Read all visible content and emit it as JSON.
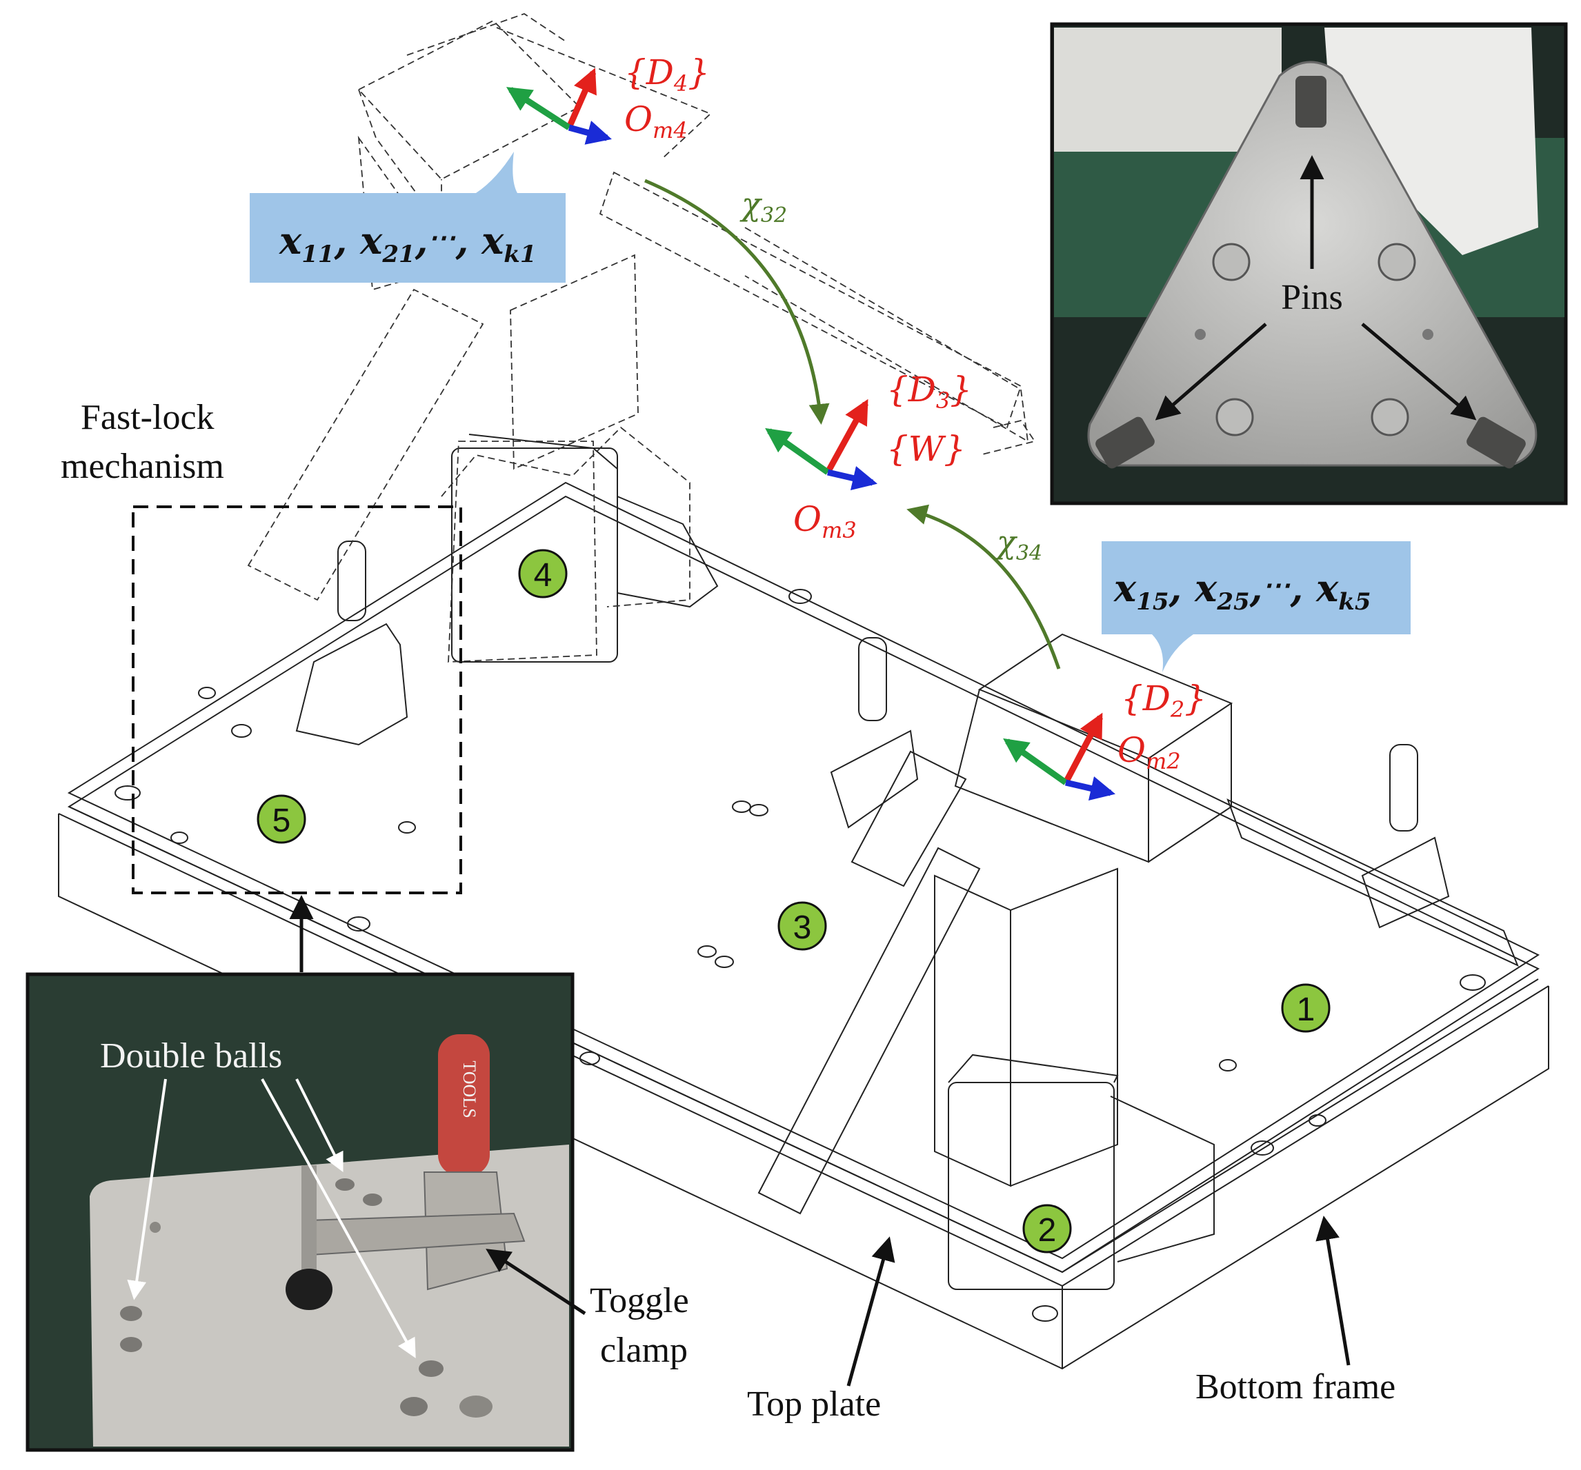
{
  "labels": {
    "fast_lock_line1": "Fast-lock",
    "fast_lock_line2": "mechanism",
    "pins": "Pins",
    "double_balls": "Double balls",
    "toggle_line1": "Toggle",
    "toggle_line2": "clamp",
    "top_plate": "Top plate",
    "bottom_frame": "Bottom frame",
    "clamp_stamp": "TOOLS"
  },
  "frames": {
    "d4": "{D",
    "d4_sub": "4",
    "d4_close": "}",
    "om4": "O",
    "om4_sub": "m4",
    "d3": "{D",
    "d3_sub": "3",
    "d3_close": "}",
    "w": "{W}",
    "om3": "O",
    "om3_sub": "m3",
    "d2": "{D",
    "d2_sub": "2",
    "d2_close": "}",
    "om2": "O",
    "om2_sub": "m2"
  },
  "transforms": {
    "chi32": "χ",
    "chi32_sub": "32",
    "chi34": "χ",
    "chi34_sub": "34"
  },
  "callouts": {
    "top_x": "x",
    "top_s1": "11",
    "top_s2": "21",
    "top_s3": "k1",
    "top_mid": ",",
    "top_dots": "⋯",
    "right_x": "x",
    "right_s1": "15",
    "right_s2": "25",
    "right_s3": "k5"
  },
  "markers": [
    "1",
    "2",
    "3",
    "4",
    "5"
  ],
  "colors": {
    "red_axis": "#e3211c",
    "green_axis": "#1fa043",
    "blue_axis": "#1a2bd6",
    "arc_green": "#4f7a2a",
    "callout_blue": "#9fc5e8",
    "marker_green": "#8cc63f",
    "photo_bg_dark": "#2a3d33",
    "photo_board": "#3a5a47"
  }
}
